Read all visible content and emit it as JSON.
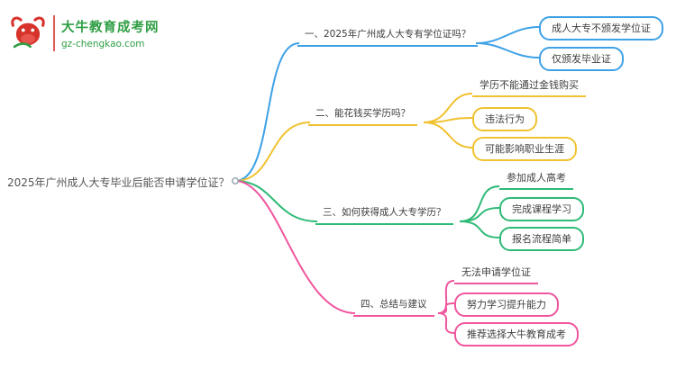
{
  "logo": {
    "site_name": "大牛教育成考网",
    "site_url": "gz-chengkao.com"
  },
  "root": {
    "label": "2025年广州成人大专毕业后能否申请学位证？"
  },
  "branches": [
    {
      "label": "一、2025年广州成人大专有学位证吗？",
      "color": "#3ea1e6",
      "children": [
        {
          "text": "成人大专不颁发学位证"
        },
        {
          "text": "仅颁发毕业证"
        }
      ]
    },
    {
      "label": "二、能花钱买学历吗？",
      "color": "#f0c230",
      "children": [
        {
          "text": "学历不能通过金钱购买"
        },
        {
          "text": "违法行为"
        },
        {
          "text": "可能影响职业生涯"
        }
      ]
    },
    {
      "label": "三、如何获得成人大专学历？",
      "color": "#2eba77",
      "children": [
        {
          "text": "参加成人高考"
        },
        {
          "text": "完成课程学习"
        },
        {
          "text": "报名流程简单"
        }
      ]
    },
    {
      "label": "四、总结与建议",
      "color": "#f0559e",
      "children": [
        {
          "text": "无法申请学位证"
        },
        {
          "text": "努力学习提升能力"
        },
        {
          "text": "推荐选择大牛教育成考"
        }
      ]
    }
  ]
}
